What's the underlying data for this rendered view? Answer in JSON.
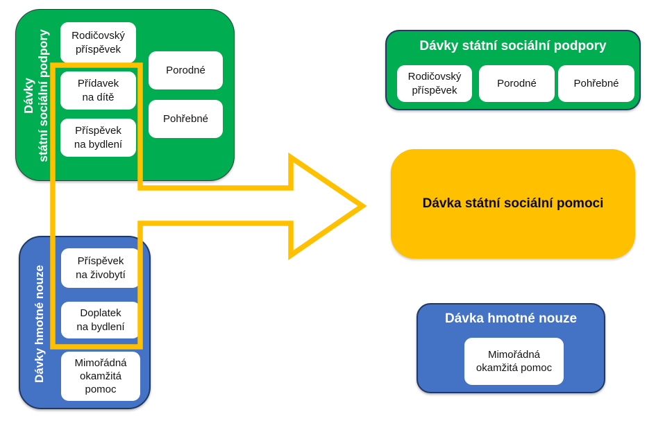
{
  "diagram": {
    "left_support": {
      "title": "Dávky\nstátní sociální podpory",
      "items": [
        "Rodičovský\npříspěvek",
        "Přídavek\nna dítě",
        "Příspěvek\nna bydlení",
        "Porodné",
        "Pohřebné"
      ]
    },
    "left_need": {
      "title": "Dávky hmotné nouze",
      "items": [
        "Příspěvek\nna živobytí",
        "Doplatek\nna bydlení",
        "Mimořádná\nokamžitá\npomoc"
      ]
    },
    "right_support": {
      "title": "Dávky státní sociální podpory",
      "items": [
        "Rodičovský\npříspěvek",
        "Porodné",
        "Pohřebné"
      ]
    },
    "merged": {
      "title": "Dávka státní sociální pomoci"
    },
    "right_need": {
      "title": "Dávka hmotné nouze",
      "items": [
        "Mimořádná\nokamžitá pomoc"
      ]
    },
    "colors": {
      "green": "#00AD50",
      "blue": "#4472C4",
      "gold": "#FFC000",
      "navy": "#1F3864"
    }
  }
}
